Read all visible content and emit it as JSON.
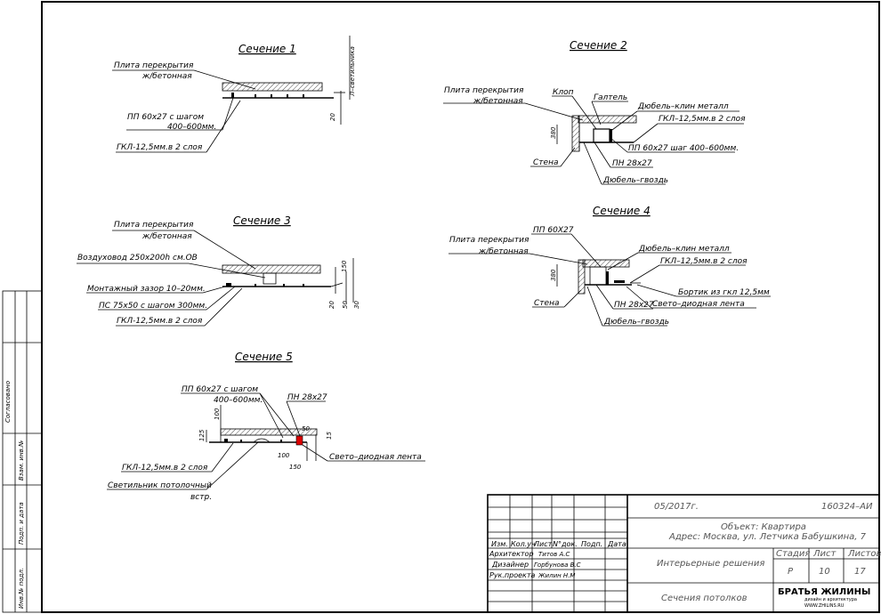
{
  "sections": {
    "s1": {
      "title": "Сечение 1",
      "labels": {
        "slab1": "Плита перекрытия",
        "slab2": "ж/бетонная",
        "pp1": "ПП 60х27  с  шагом",
        "pp2": "400–600мм.",
        "gkl": "ГКЛ-12,5мм.в  2  слоя",
        "dim20": "20",
        "led": "Л–светильника"
      }
    },
    "s2": {
      "title": "Сечение 2",
      "labels": {
        "slab1": "Плита перекрытия",
        "slab2": "ж/бетонная",
        "klop": "Клоп",
        "galtel": "Галтель",
        "dubel_klin": "Дюбель–клин  металл",
        "gkl": "ГКЛ–12,5мм.в  2  слоя",
        "pp": "ПП 60х27  шаг  400–600мм.",
        "pn": "ПН  28х27",
        "stena": "Стена",
        "dubel_gvozd": "Дюбель–гвоздь",
        "dim": "380"
      }
    },
    "s3": {
      "title": "Сечение 3",
      "labels": {
        "slab1": "Плита перекрытия",
        "slab2": "ж/бетонная",
        "duct": "Воздуховод 250х200h  см.ОВ",
        "gap": "Монтажный зазор 10–20мм.",
        "ps": "ПС  75х50  с  шагом  300мм.",
        "gkl": "ГКЛ-12,5мм.в  2  слоя",
        "d150": "150",
        "d20": "20",
        "d50": "50",
        "d30": "30"
      }
    },
    "s4": {
      "title": "Сечение 4",
      "labels": {
        "slab1": "Плита перекрытия",
        "slab2": "ж/бетонная",
        "pp": "ПП 60Х27",
        "dubel_klin": "Дюбель–клин  металл",
        "gkl": "ГКЛ–12,5мм.в  2  слоя",
        "bortik": "Бортик из  гкл 12,5мм",
        "led": "Свето–диодная  лента",
        "stena": "Стена",
        "pn": "ПН  28х27",
        "dubel_gvozd": "Дюбель–гвоздь",
        "dim": "380"
      }
    },
    "s5": {
      "title": "Сечение 5",
      "labels": {
        "pp1": "ПП 60х27  с  шагом",
        "pp2": "400–600мм.",
        "pn": "ПН  28х27",
        "gkl": "ГКЛ-12,5мм.в  2  слоя",
        "lamp1": "Светильник  потолочный",
        "lamp2": "встр.",
        "led": "Свето–диодная  лента",
        "d125": "125",
        "d100": "100",
        "d50": "50",
        "d15": "15",
        "d100b": "100",
        "d150": "150"
      }
    }
  },
  "side_stamp": {
    "soglasovano": "Согласовано",
    "vzam": "Взам. инв.№",
    "podp": "Подп. и дата",
    "inv": "Инв.№ подл."
  },
  "title_block": {
    "date": "05/2017г.",
    "code": "160324–АИ",
    "object": "Объект: Квартира",
    "address": "Адрес: Москва, ул. Летчика Бабушкина, 7",
    "headers": [
      "Изм.",
      "Кол.уч",
      "Лист",
      "N°док.",
      "Подп.",
      "Дата"
    ],
    "roles": [
      {
        "role": "Архитектор",
        "name": "Титов А.С"
      },
      {
        "role": "Дизайнер",
        "name": "Горбунова В.С"
      },
      {
        "role": "Рук.проекта",
        "name": "Жилин Н.М"
      }
    ],
    "project": "Интерьерные решения",
    "stage_label": "Стадия",
    "sheet_label": "Лист",
    "sheets_label": "Листов",
    "stage": "Р",
    "sheet": "10",
    "sheets": "17",
    "drawing": "Сечения потолков",
    "logo_name": "БРАТЬЯ ЖИЛИНЫ",
    "logo_sub": "дизайн и архитектура",
    "logo_url": "WWW.ZHILINS.RU"
  }
}
